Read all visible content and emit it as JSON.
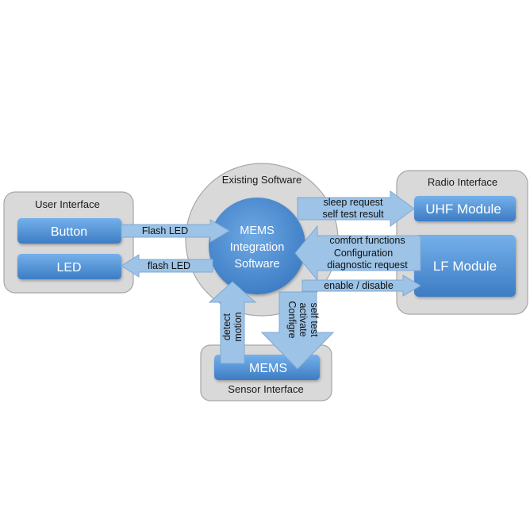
{
  "groups": {
    "user_interface": "User Interface",
    "existing_software": "Existing Software",
    "radio_interface": "Radio Interface",
    "sensor_interface": "Sensor Interface"
  },
  "modules": {
    "button": "Button",
    "led": "LED",
    "uhf": "UHF Module",
    "lf": "LF Module",
    "mems": "MEMS",
    "center": [
      "MEMS",
      "Integration",
      "Software"
    ]
  },
  "arrows": {
    "flash_led_in": "Flash LED",
    "flash_led_out": "flash LED",
    "uhf_lines": [
      "sleep request",
      "self test result"
    ],
    "lf_in_lines": [
      "comfort functions",
      "Configuration",
      "diagnostic request"
    ],
    "enable": "enable / disable",
    "detect_motion": [
      "detect",
      "motion"
    ],
    "configure": [
      "Configre",
      "activate",
      "self test"
    ]
  },
  "colors": {
    "group_fill": "#d9d9d9",
    "group_stroke": "#a6a6a6",
    "module_top": "#6aa7e4",
    "module_bottom": "#3f7fc6",
    "arrow_fill": "#9dc3e6",
    "arrow_stroke": "#7fa9d4"
  }
}
